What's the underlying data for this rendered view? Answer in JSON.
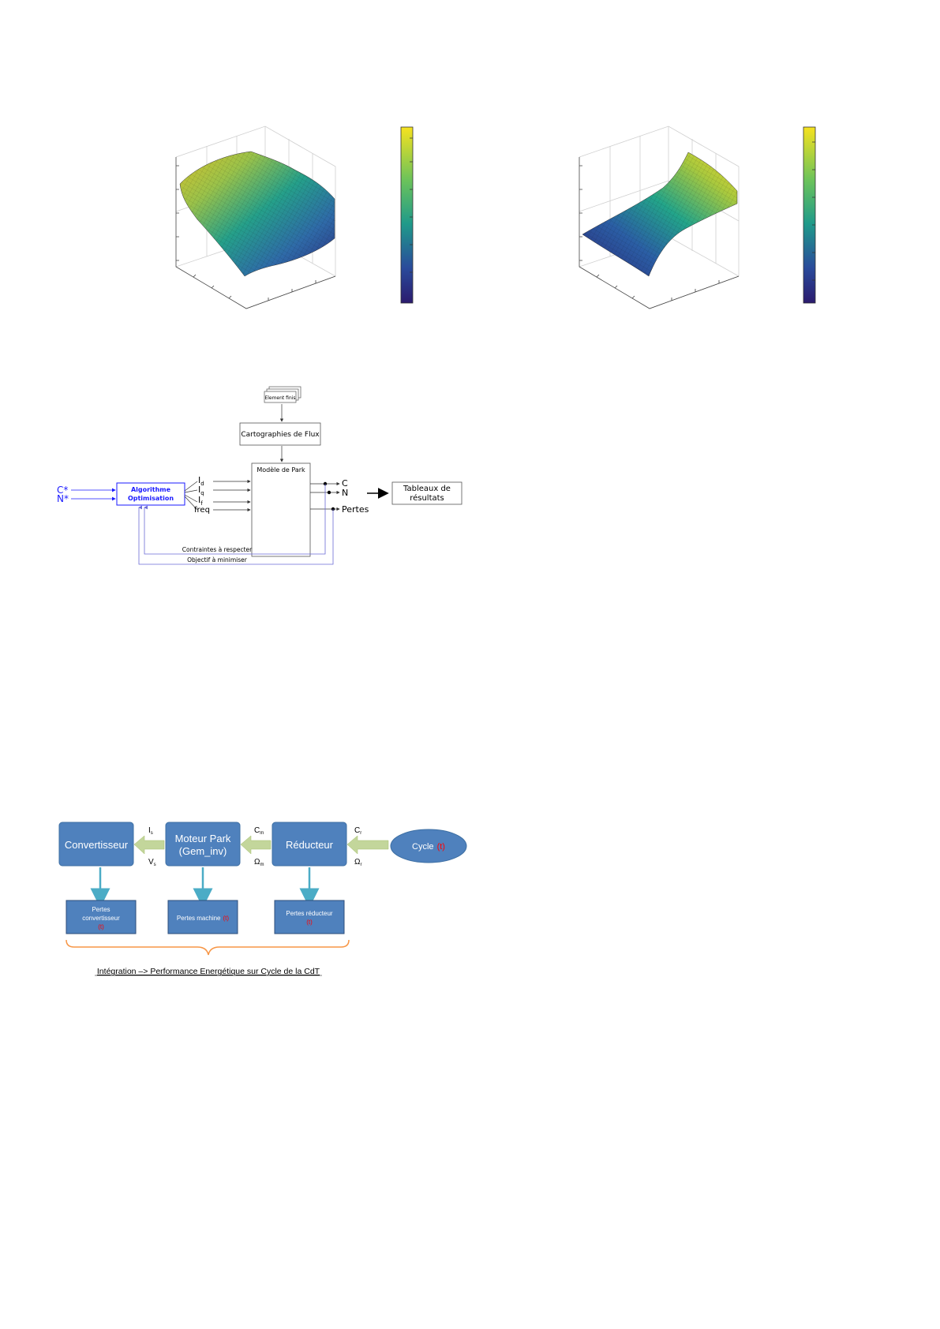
{
  "figure_surfaces": {
    "colors": {
      "low": "#2b1b6e",
      "mid": "#1f9a8a",
      "high": "#f1e21f"
    }
  },
  "figure_optim": {
    "element_finis": "Element finis",
    "cartographies": "Cartographies de Flux",
    "modele_park": "Modèle de Park",
    "inputs": {
      "c_star": "C*",
      "n_star": "N*"
    },
    "algo": {
      "line1": "Algorithme",
      "line2": "Optimisation"
    },
    "currents": {
      "id_main": "I",
      "id_sub": "d",
      "iq_main": "I",
      "iq_sub": "q",
      "if_main": "I",
      "if_sub": "f",
      "freq": "freq"
    },
    "outputs": {
      "c": "C",
      "n": "N",
      "pertes": "Pertes"
    },
    "tableaux": {
      "line1": "Tableaux de",
      "line2": "résultats"
    },
    "feedback": {
      "contraintes": "Contraintes à respecter",
      "objectif": "Objectif à minimiser"
    },
    "colors": {
      "blue": "#1a1aff",
      "feedback": "#8a8ae6"
    }
  },
  "figure_chain": {
    "blocks": {
      "convertisseur": "Convertisseur",
      "moteur_line1": "Moteur Park",
      "moteur_line2": "(Gem_inv)",
      "reducteur": "Réducteur",
      "cycle": "Cycle",
      "cycle_t": "(t)"
    },
    "signals": {
      "is_main": "I",
      "is_sub": "s",
      "vs_main": "V",
      "vs_sub": "s",
      "cm_main": "C",
      "cm_sub": "m",
      "om_main": "Ω",
      "om_sub": "m",
      "cr_main": "C",
      "cr_sub": "r",
      "or_main": "Ω",
      "or_sub": "r"
    },
    "losses": {
      "conv_line1": "Pertes",
      "conv_line2": "convertisseur",
      "conv_t": "(t)",
      "machine": "Pertes machine",
      "machine_t": "(t)",
      "reducteur": "Pertes réducteur",
      "reducteur_t": "(t)"
    },
    "integration": "Intégration –> Performance Energétique sur Cycle de la CdT",
    "colors": {
      "block": "#4f81bd",
      "block_dark": "#3d6fa3",
      "arrow_green": "#c3d69b",
      "arrow_blue": "#4bacc6",
      "brace": "#f79646",
      "red": "#ff0000"
    }
  }
}
